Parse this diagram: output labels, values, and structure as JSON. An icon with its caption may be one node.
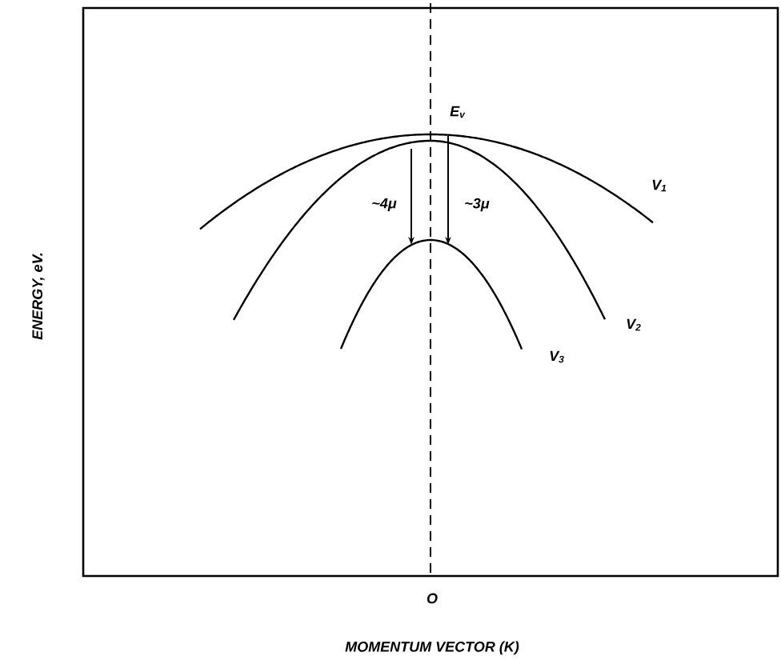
{
  "diagram": {
    "labels": [
      "E$_{v}$",
      "~4μ",
      "~3μ",
      "V$_{1}$",
      "V$_{2}$",
      "V$_{3}$",
      "ENERGY, eV.",
      "O",
      "MOMENTUM VECTOR (K)"
    ]
  }
}
